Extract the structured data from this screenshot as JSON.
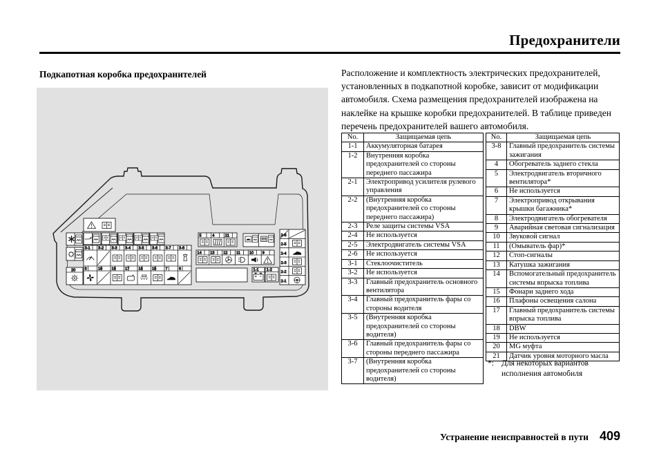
{
  "page": {
    "title": "Предохранители",
    "footnote": {
      "marker": "*:",
      "text": "Для некоторых вариантов исполнения автомобиля"
    },
    "footer": {
      "section": "Устранение неисправностей в пути",
      "page_number": "409"
    }
  },
  "intro": {
    "text": "Расположение и комплектность электрических предохранителей, установленных в подкапотной коробке, зависит от модификации автомобиля. Схема размещения предохранителей изображена на наклейке на крышке коробки предохранителей. В таблице приведен перечень предохранителей вашего автомобиля."
  },
  "diagram": {
    "heading": "Подкапотная коробка предохранителей",
    "row1": [
      "3-1",
      "3-2",
      "3-3",
      "3-4",
      "3-5",
      "3-6",
      "3-7",
      "3-8"
    ],
    "row2": [
      "8",
      "19",
      "18",
      "17",
      "16",
      "15",
      "7",
      "6"
    ],
    "top_right": [
      "5",
      "4",
      "21"
    ],
    "mid_right": [
      "14",
      "13",
      "12",
      "11",
      "10",
      "9"
    ],
    "side": [
      "2-6",
      "2-5",
      "2-4",
      "2-3",
      "2-2",
      "2-1"
    ],
    "bottom": [
      "1-1",
      "1-2"
    ],
    "spare": "20"
  },
  "tables": {
    "header": {
      "no": "No.",
      "circuit": "Защищаемая цепь"
    },
    "left": {
      "rows": [
        {
          "no": "1-1",
          "circuit": "Аккумуляторная батарея"
        },
        {
          "no": "1-2",
          "circuit": "Внутренняя коробка предохранителей со стороны переднего пассажира"
        },
        {
          "no": "2-1",
          "circuit": "Электропривод усилителя рулевого управления"
        },
        {
          "no": "2-2",
          "circuit": "(Внутренняя коробка предохранителей со стороны переднего пассажира)"
        },
        {
          "no": "2-3",
          "circuit": "Реле защиты системы VSA"
        },
        {
          "no": "2-4",
          "circuit": "Не используется"
        },
        {
          "no": "2-5",
          "circuit": "Электродвигатель системы VSA"
        },
        {
          "no": "2-6",
          "circuit": "Не используется"
        },
        {
          "no": "3-1",
          "circuit": "Стеклоочиститель"
        },
        {
          "no": "3-2",
          "circuit": "Не используется"
        },
        {
          "no": "3-3",
          "circuit": "Главный предохранитель основного вентилятора"
        },
        {
          "no": "3-4",
          "circuit": "Главный предохранитель фары со стороны водителя"
        },
        {
          "no": "3-5",
          "circuit": "(Внутренняя коробка предохранителей со стороны водителя)"
        },
        {
          "no": "3-6",
          "circuit": "Главный предохранитель фары со стороны переднего пассажира"
        },
        {
          "no": "3-7",
          "circuit": "(Внутренняя коробка предохранителей со стороны водителя)"
        }
      ]
    },
    "right": {
      "rows": [
        {
          "no": "3-8",
          "circuit": "Главный предохранитель системы зажигания"
        },
        {
          "no": "4",
          "circuit": "Обогреватель заднего стекла"
        },
        {
          "no": "5",
          "circuit": "Электродвигатель вторичного вентилятора*"
        },
        {
          "no": "6",
          "circuit": "Не используется"
        },
        {
          "no": "7",
          "circuit": "Электропривод открывания крышки багажника*"
        },
        {
          "no": "8",
          "circuit": "Электродвигатель обогревателя"
        },
        {
          "no": "9",
          "circuit": "Аварийная световая сигнализация"
        },
        {
          "no": "10",
          "circuit": "Звуковой сигнал"
        },
        {
          "no": "11",
          "circuit": "(Омыватель фар)*"
        },
        {
          "no": "12",
          "circuit": "Стоп-сигналы"
        },
        {
          "no": "13",
          "circuit": "Катушка зажигания"
        },
        {
          "no": "14",
          "circuit": "Вспомогательный предохранитель системы впрыска топлива"
        },
        {
          "no": "15",
          "circuit": "Фонари заднего хода"
        },
        {
          "no": "16",
          "circuit": "Плафоны освещения салона"
        },
        {
          "no": "17",
          "circuit": "Главный предохранитель системы впрыска топлива"
        },
        {
          "no": "18",
          "circuit": "DBW"
        },
        {
          "no": "19",
          "circuit": "Не используется"
        },
        {
          "no": "20",
          "circuit": "MG муфта"
        },
        {
          "no": "21",
          "circuit": "Датчик уровня моторного масла"
        }
      ]
    }
  }
}
